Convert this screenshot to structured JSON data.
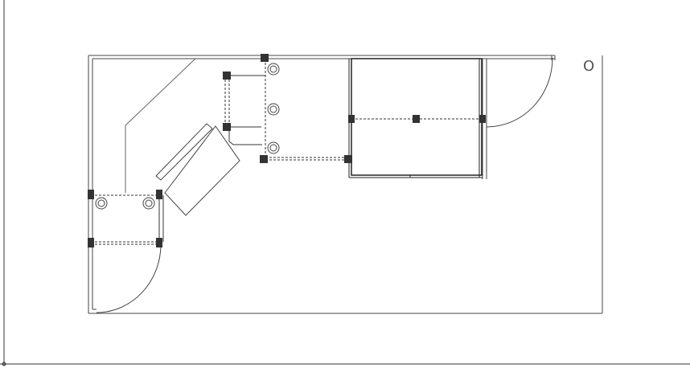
{
  "corner_label": "O",
  "colors": {
    "background": "#ffffff",
    "wall": "#444444",
    "thin_line": "#777777",
    "connector": "#333333",
    "outlet_fill": "#ffffff"
  },
  "icons": {
    "connector_node": "filled-square",
    "outlet": "double-circle",
    "door_swing": "quarter-arc"
  }
}
